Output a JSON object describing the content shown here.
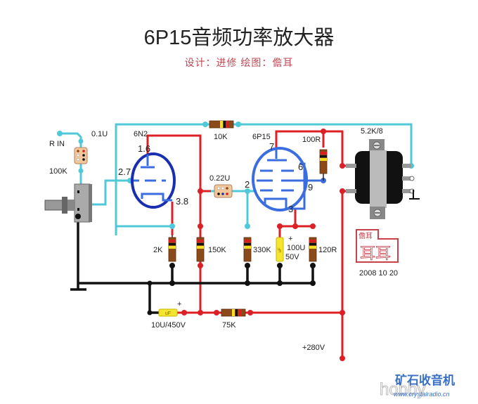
{
  "header": {
    "title": "6P15音频功率放大器",
    "subtitle": "设计：进修  绘图：儋耳"
  },
  "components": {
    "input_label": "R IN",
    "coupling_cap_in": "0.1U",
    "volume_pot": "100K",
    "tube1": "6N2",
    "tube1_pins": {
      "anode": "1.6",
      "grid": "2.7",
      "cathode": "3.8"
    },
    "feedback_res": "10K",
    "coupling_cap": "0.22U",
    "tube2": "6P15",
    "tube2_pins": {
      "anode": "7",
      "screen": "9",
      "suppressor": "6",
      "grid": "2",
      "cathode": "3"
    },
    "screen_res": "100R",
    "transformer": "5.2K/8",
    "r_cathode1": "2K",
    "r_plate1": "150K",
    "r_grid2": "330K",
    "c_cathode2_value": "100U",
    "c_cathode2_voltage": "50V",
    "r_cathode2": "120R",
    "c_filter": "10U/450V",
    "r_filter": "75K",
    "supply": "+280V",
    "cap_marking": "uF",
    "plus_sign": "+",
    "seal_text": "儋耳",
    "date": "2008 10 20",
    "speaker_ground": "1"
  },
  "watermark": {
    "cn": "矿石收音机",
    "url": "www.crystalradio.cn",
    "brand": "hobby"
  },
  "colors": {
    "cyan_wire": "#4fc8d8",
    "red_wire": "#dd1f26",
    "ground_wire": "#111111",
    "tube1": "#1a2fb0",
    "tube2": "#3a6ee0",
    "seal": "#c8404a"
  }
}
